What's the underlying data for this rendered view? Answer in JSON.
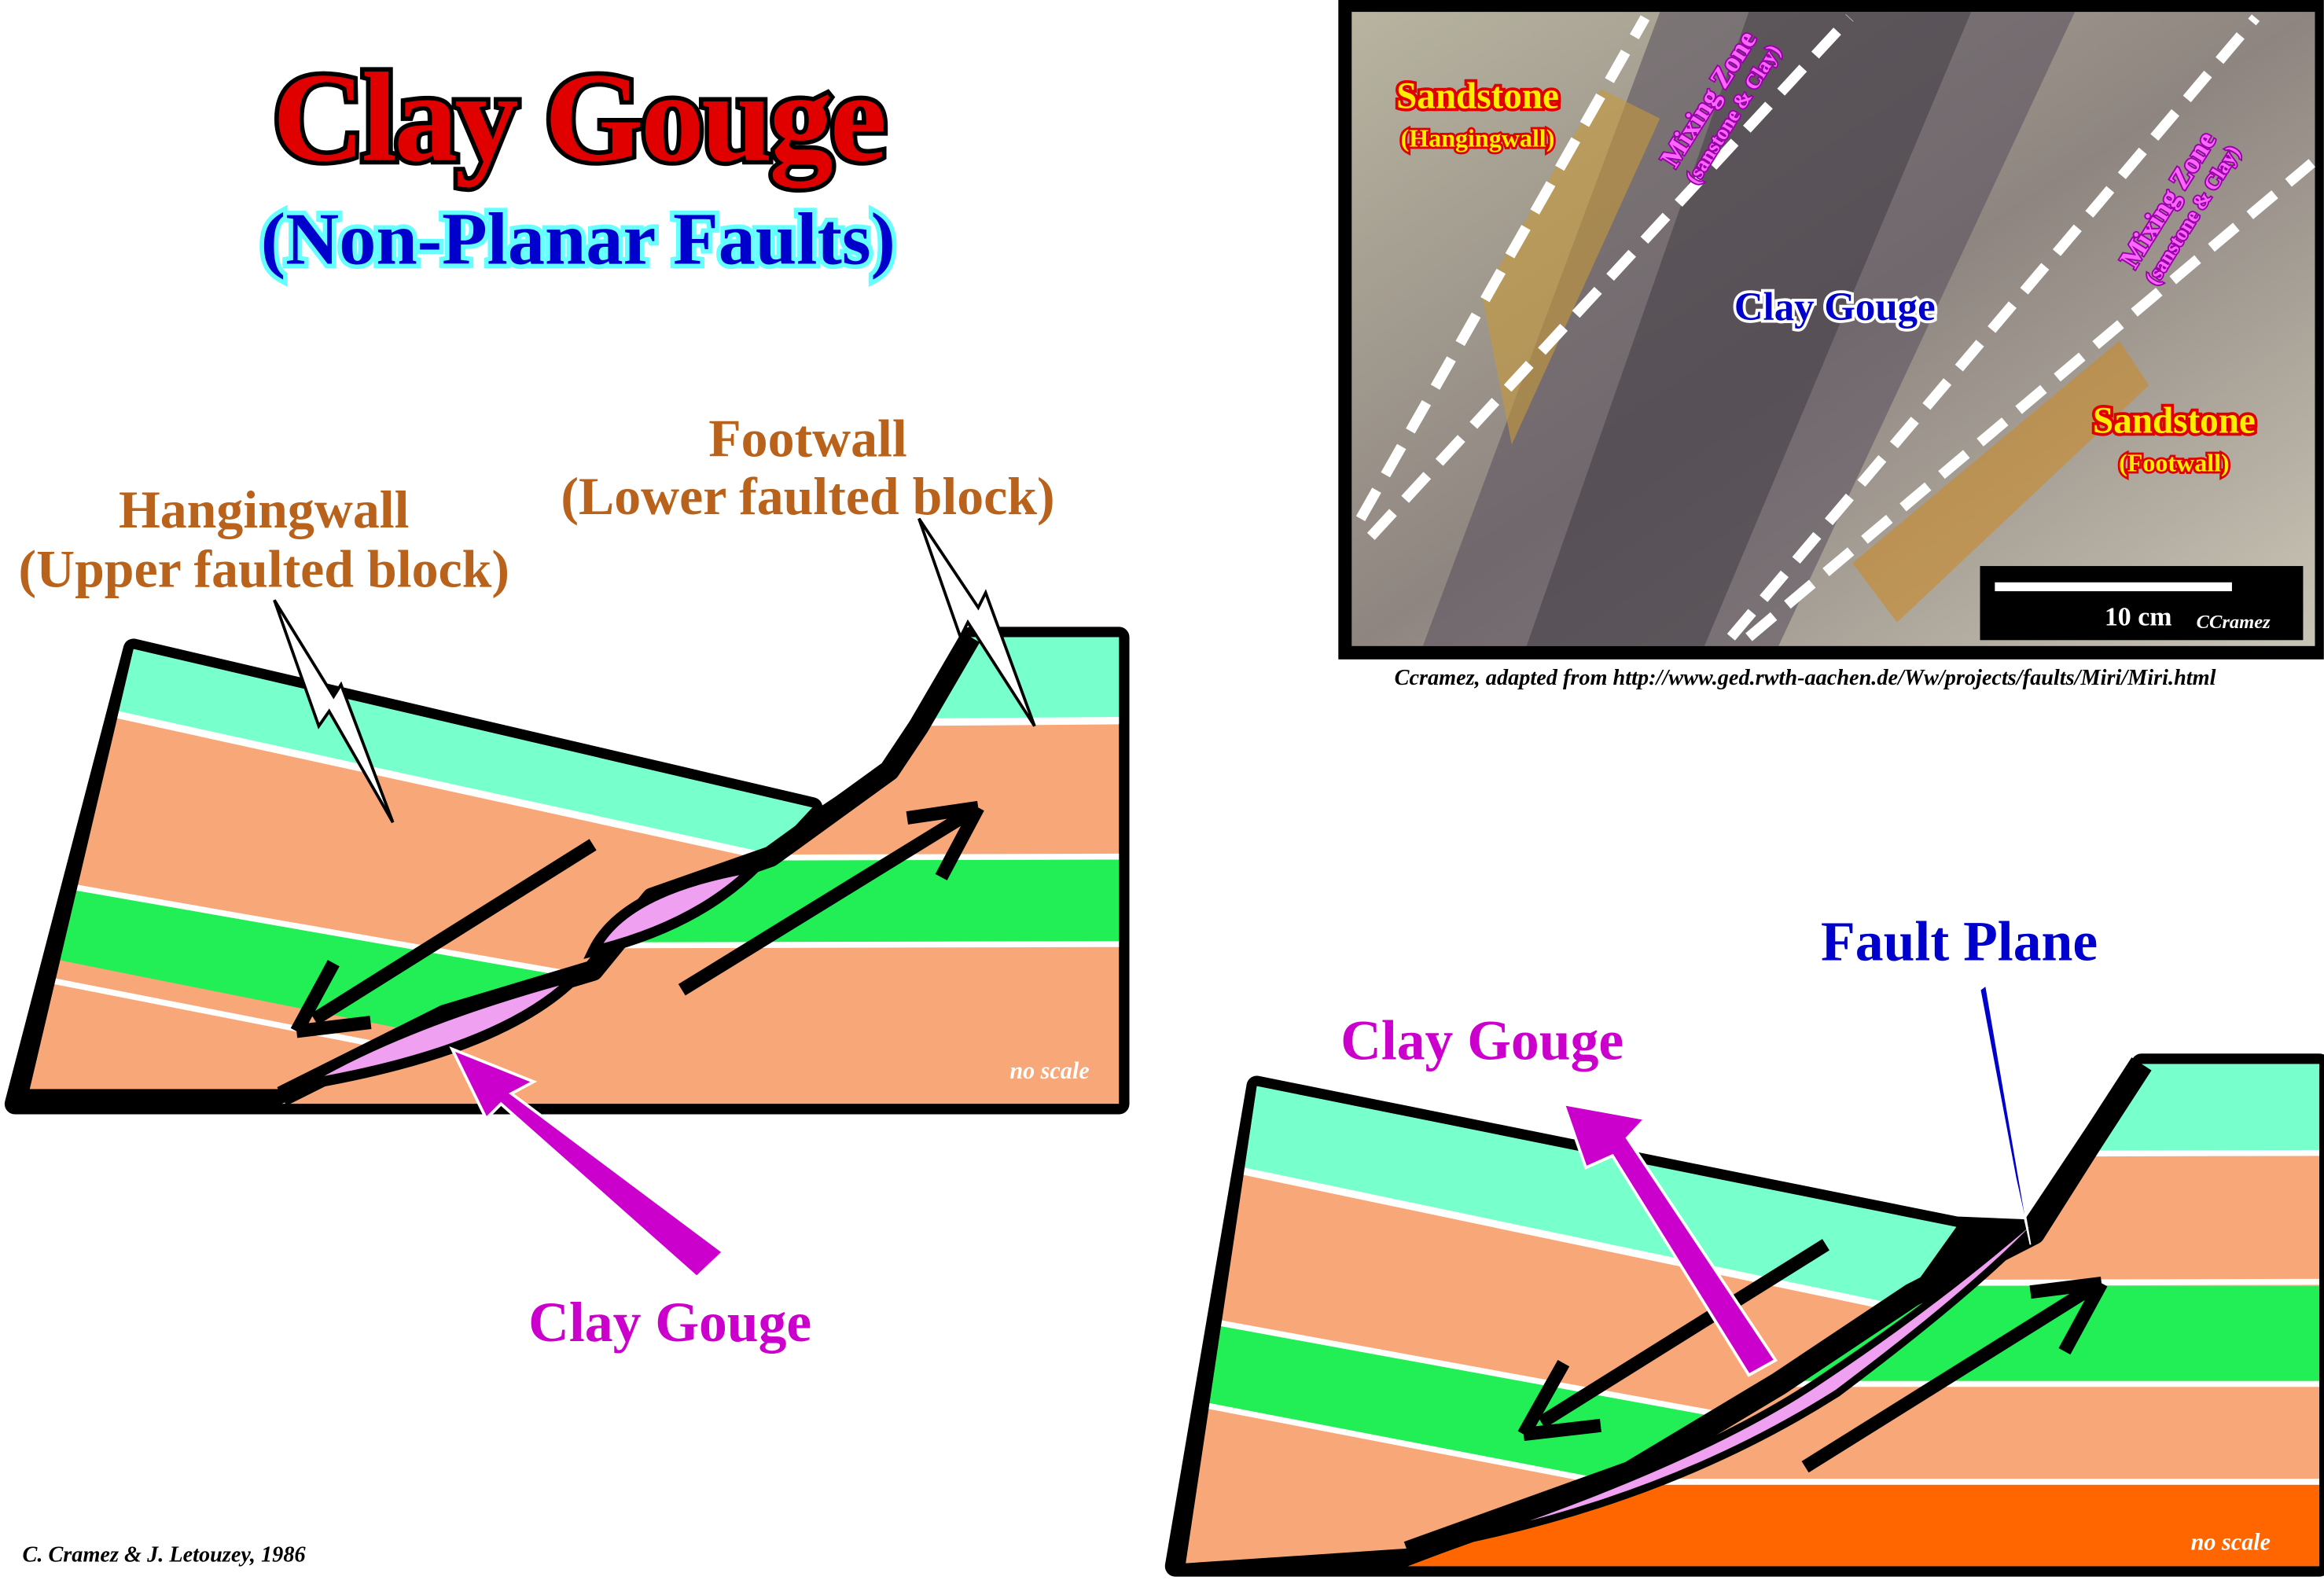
{
  "title": "Clay Gouge",
  "subtitle": "(Non-Planar Faults)",
  "left_diagram": {
    "hangingwall_label": "Hangingwall",
    "hangingwall_sub": "(Upper faulted block)",
    "footwall_label": "Footwall",
    "footwall_sub": "(Lower faulted block)",
    "gouge_label": "Clay Gouge",
    "scale_note": "no scale"
  },
  "right_diagram": {
    "gouge_label": "Clay Gouge",
    "fault_plane_label": "Fault Plane",
    "scale_note": "no scale"
  },
  "photo": {
    "hangingwall_label": "Sandstone",
    "hangingwall_sub": "(Hangingwall)",
    "footwall_label": "Sandstone",
    "footwall_sub": "(Footwall)",
    "mixing_zone": "Mixing Zone",
    "mixing_zone_sub": "(sanstone & Clay)",
    "gouge_label": "Clay Gouge",
    "scale_bar": "10 cm",
    "photo_credit": "CCramez",
    "caption": "Ccramez, adapted from http://www.ged.rwth-aachen.de/Ww/projects/faults/Miri/Miri.html"
  },
  "credit": "C. Cramez & J. Letouzey, 1986",
  "colors": {
    "teal": "#77ffcc",
    "orange": "#f8a878",
    "green": "#22ee55",
    "deep_orange": "#ff6600",
    "gouge": "#f0a0f0"
  }
}
